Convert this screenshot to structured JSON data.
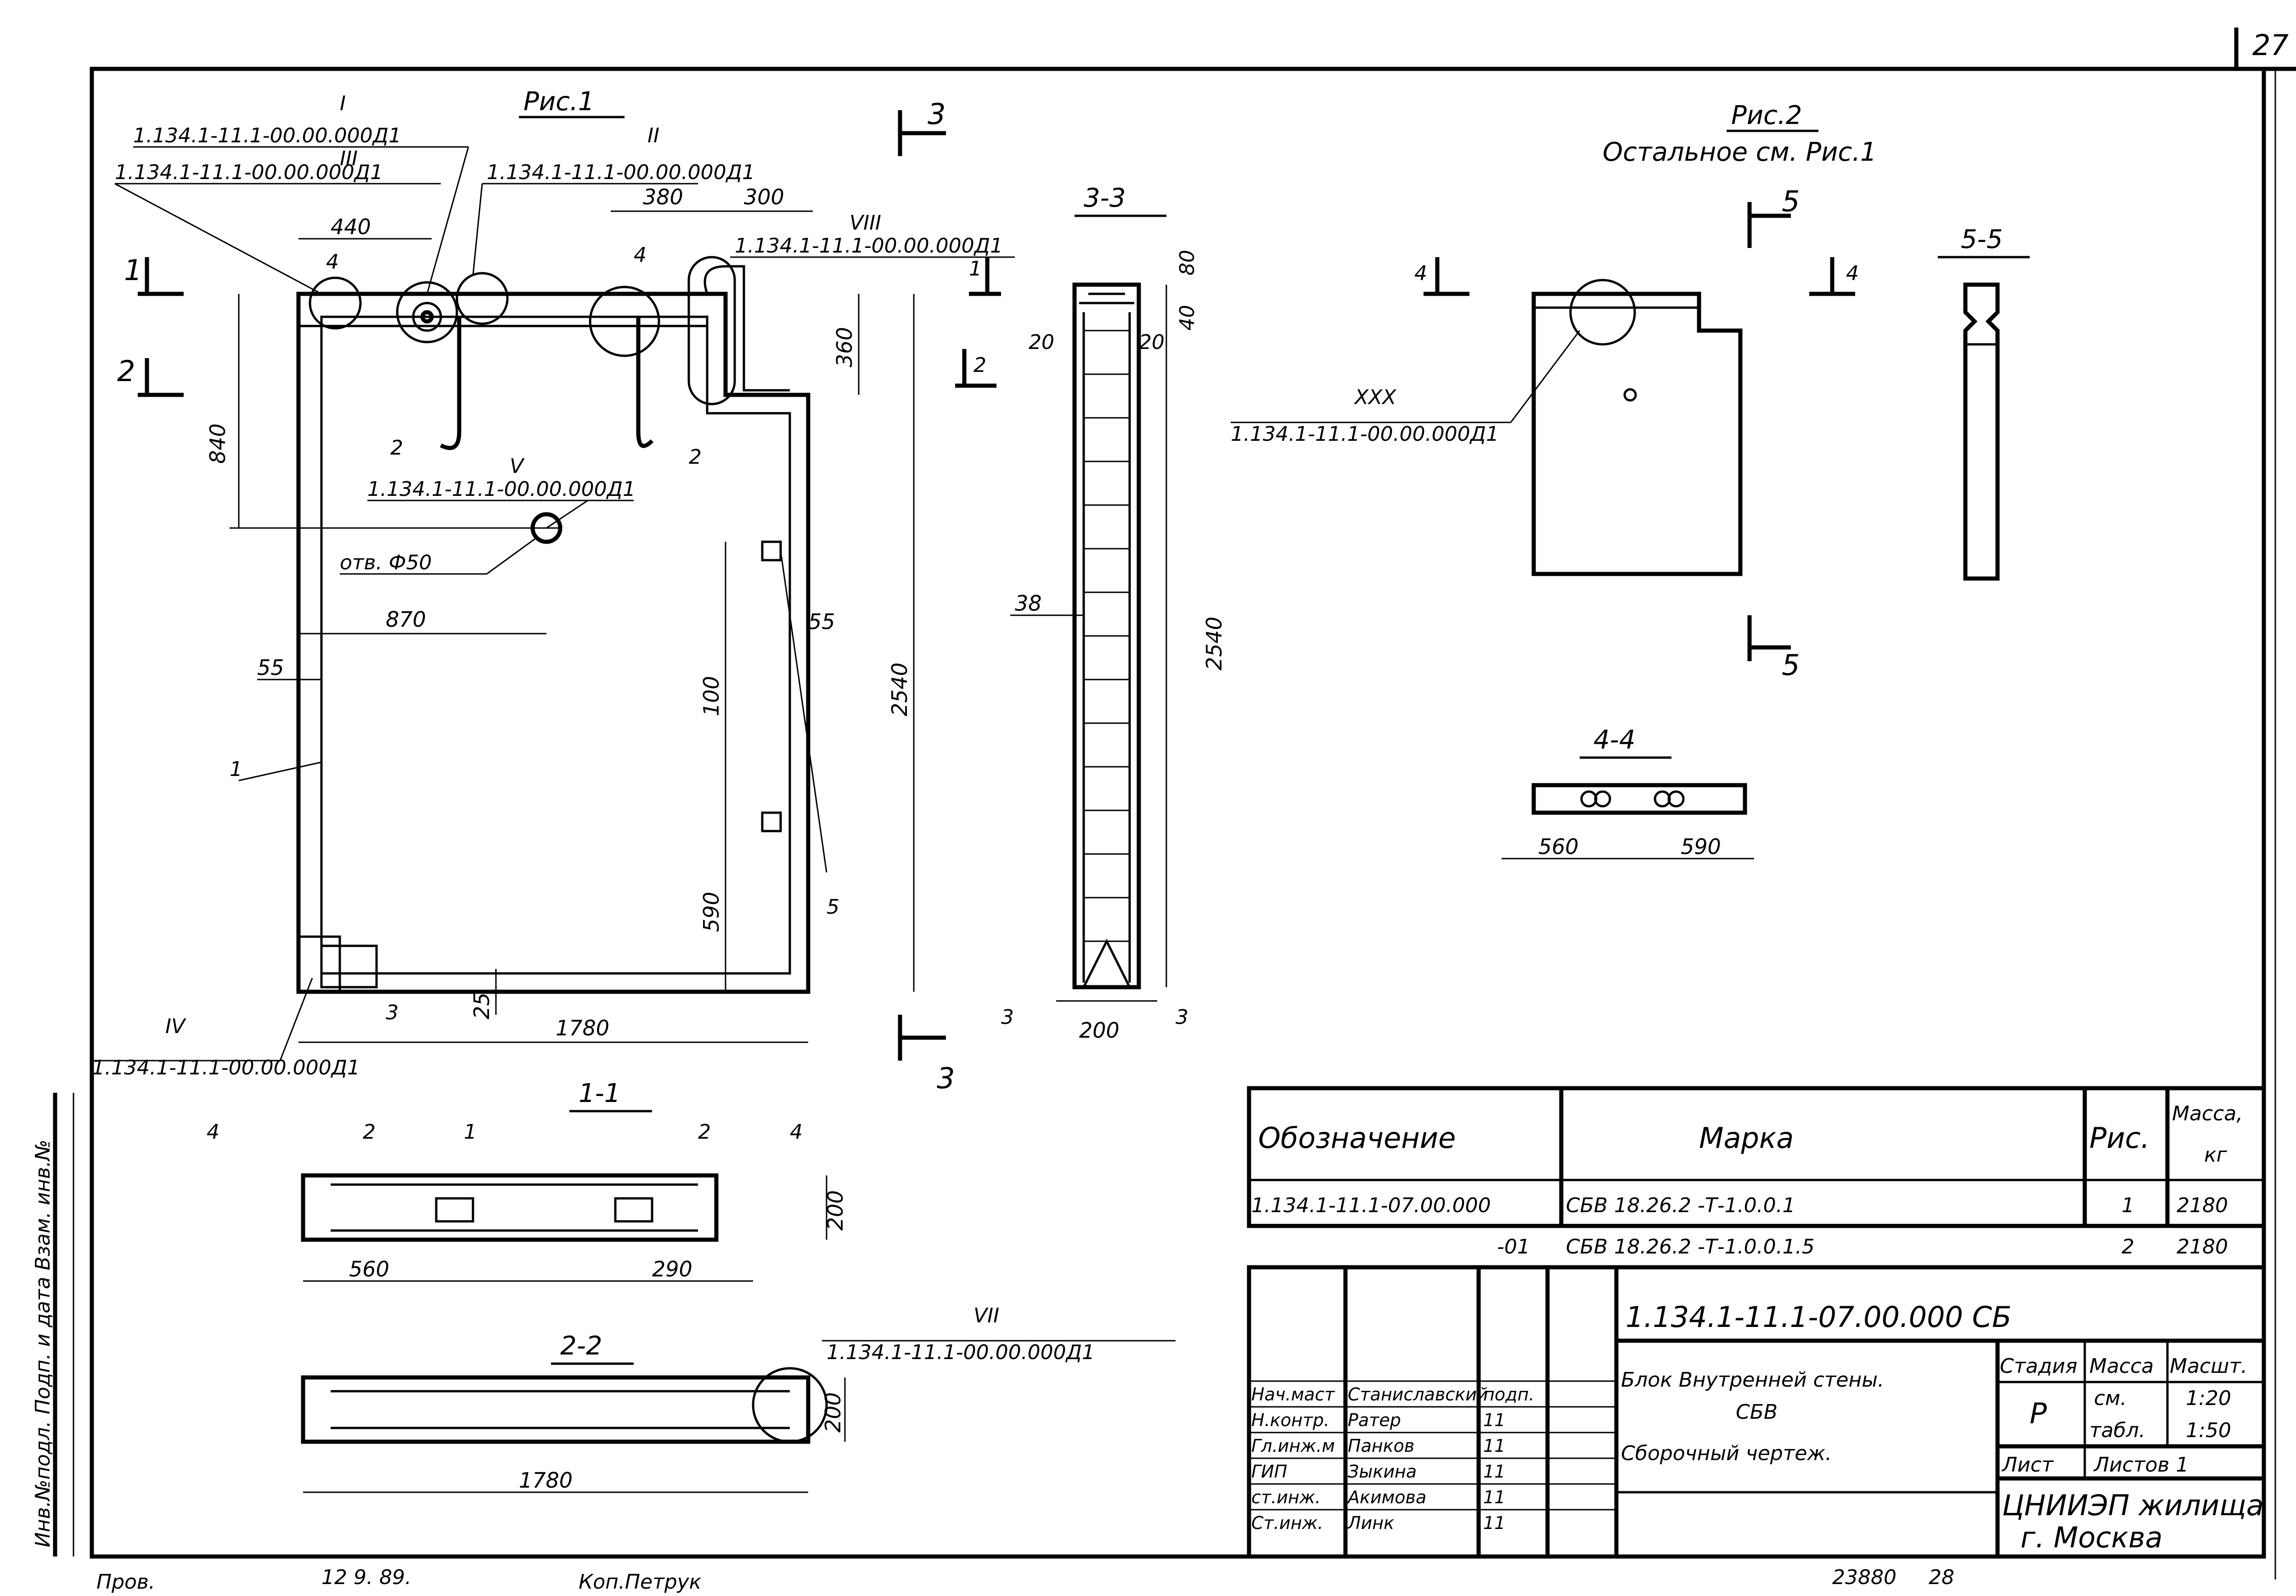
{
  "sheet_number": "27",
  "fig1": {
    "caption": "Рис.1",
    "ref_I_label": "I",
    "ref_I_code": "1.134.1-11.1-00.00.000Д1",
    "ref_III_label": "III",
    "ref_III_code": "1.134.1-11.1-00.00.000Д1",
    "ref_II_label": "II",
    "ref_II_code": "1.134.1-11.1-00.00.000Д1",
    "ref_VIII_label": "VIII",
    "ref_VIII_code": "1.134.1-11.1-00.00.000Д1",
    "ref_V_label": "V",
    "ref_V_code": "1.134.1-11.1-00.00.000Д1",
    "ref_IV_label": "IV",
    "ref_IV_code": "1.134.1-11.1-00.00.000Д1",
    "hole_label": "отв. Ф50",
    "dims": {
      "d440": "440",
      "d380": "380",
      "d300": "300",
      "d840": "840",
      "d360": "360",
      "d870": "870",
      "d55a": "55",
      "d55b": "55",
      "d100": "100",
      "d590": "590",
      "d2540": "2540",
      "d25": "25",
      "d1780": "1780"
    },
    "pos": {
      "p4a": "4",
      "p4b": "4",
      "p2a": "2",
      "p2b": "2",
      "p1": "1",
      "p3": "3",
      "p5": "5"
    },
    "cut_marks": {
      "c1l": "1",
      "c1r": "1",
      "c2l": "2",
      "c2r": "2",
      "c3t": "3",
      "c3b": "3"
    }
  },
  "sec11": {
    "title": "1-1",
    "p4l": "4",
    "p2l": "2",
    "p1": "1",
    "p2r": "2",
    "p4r": "4",
    "d200": "200",
    "d560": "560",
    "d290": "290"
  },
  "sec22": {
    "title": "2-2",
    "ref_VII_label": "VII",
    "ref_VII_code": "1.134.1-11.1-00.00.000Д1",
    "d200": "200",
    "d1780": "1780"
  },
  "sec33": {
    "title": "3-3",
    "d80": "80",
    "d40": "40",
    "d20a": "20",
    "d20b": "20",
    "d38": "38",
    "d2540": "2540",
    "d200": "200",
    "p3l": "3",
    "p3r": "3"
  },
  "fig2": {
    "caption": "Рис.2",
    "subcaption": "Остальное см. Рис.1",
    "ref_XXX_label": "XXX",
    "ref_XXX_code": "1.134.1-11.1-00.00.000Д1",
    "cut5t": "5",
    "cut5b": "5",
    "cut4l": "4",
    "cut4r": "4"
  },
  "sec55": {
    "title": "5-5"
  },
  "sec44": {
    "title": "4-4",
    "d560": "560",
    "d590": "590"
  },
  "table": {
    "h_designation": "Обозначение",
    "h_mark": "Марка",
    "h_fig": "Рис.",
    "h_mass": "Масса,",
    "h_mass_unit": "кг",
    "rows": [
      {
        "designation": "1.134.1-11.1-07.00.000",
        "mark": "СБВ 18.26.2 -Т-1.0.0.1",
        "fig": "1",
        "mass": "2180"
      },
      {
        "designation": "-01",
        "mark": "СБВ 18.26.2 -Т-1.0.0.1.5",
        "fig": "2",
        "mass": "2180"
      }
    ]
  },
  "titleblock": {
    "doc_code": "1.134.1-11.1-07.00.000 СБ",
    "name_line1": "Блок Внутренней стены.",
    "name_line2": "СБВ",
    "name_line3": "Сборочный чертеж.",
    "h_stage": "Стадия",
    "h_mass": "Масса",
    "h_scale": "Масшт.",
    "stage": "Р",
    "mass_l1": "см.",
    "mass_l2": "табл.",
    "scale1": "1:20",
    "scale2": "1:50",
    "sheet_label": "Лист",
    "sheets_label": "Листов 1",
    "org_line1": "ЦНИИЭП жилища",
    "org_line2": "г. Москва",
    "sign_col_header": "подп.",
    "signers": [
      {
        "role": "Нач.маст",
        "name": "Станиславский",
        "sign": "подп."
      },
      {
        "role": "Н.контр.",
        "name": "Ратер",
        "sign": "11"
      },
      {
        "role": "Гл.инж.м",
        "name": "Панков",
        "sign": "11"
      },
      {
        "role": "ГИП",
        "name": "Зыкина",
        "sign": "11"
      },
      {
        "role": "ст.инж.",
        "name": "Акимова",
        "sign": "11"
      },
      {
        "role": "Ст.инж.",
        "name": "Линк",
        "sign": "11"
      }
    ]
  },
  "side_stamp": "Инв.№подл.  Подп. и дата  Взам. инв.№",
  "footer": {
    "checked": "Пров.",
    "date": "12  9. 89.",
    "copied": "Коп.Петрук",
    "number": "23880",
    "page": "28"
  }
}
